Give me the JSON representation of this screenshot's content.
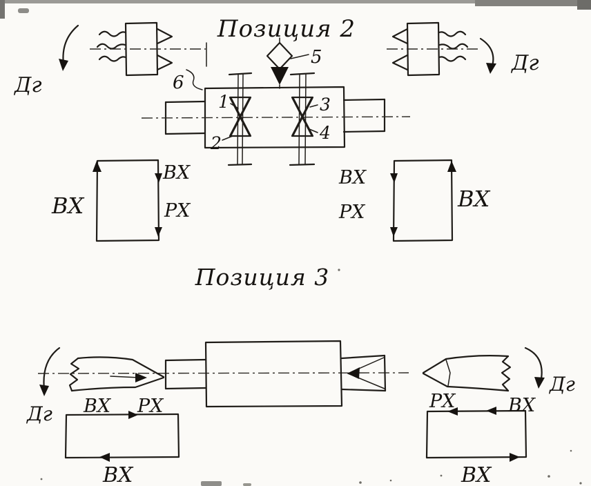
{
  "position2": {
    "title": "Позиция 2",
    "dg_left": "Дг",
    "dg_right": "Дг",
    "callouts": {
      "c1": "1",
      "c2": "2",
      "c3": "3",
      "c4": "4",
      "c5": "5",
      "c6": "6"
    },
    "left_cycle": {
      "bx_outer": "ВХ",
      "bx_top": "ВХ",
      "px": "РХ"
    },
    "right_cycle": {
      "bx_top": "ВХ",
      "px": "РХ",
      "bx_outer": "ВХ"
    }
  },
  "position3": {
    "title": "Позиция 3",
    "dg_left": "Дг",
    "dg_right": "Дг",
    "left_cycle": {
      "bx_top": "ВХ",
      "px_top": "РХ",
      "bx_bottom": "ВХ"
    },
    "right_cycle": {
      "px_top": "РХ",
      "bx_top": "ВХ",
      "bx_bottom": "ВХ"
    }
  }
}
